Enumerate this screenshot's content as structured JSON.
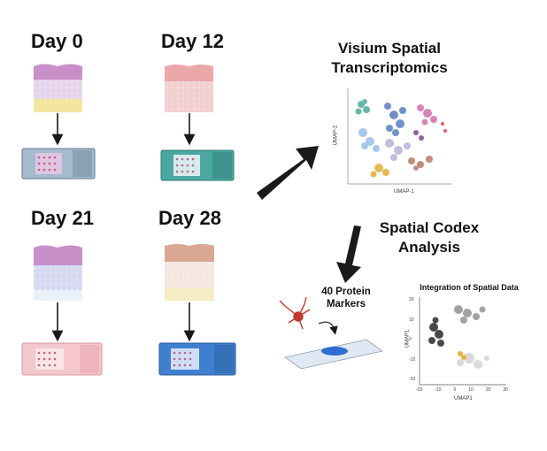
{
  "days": [
    {
      "label": "Day 0"
    },
    {
      "label": "Day 12"
    },
    {
      "label": "Day 21"
    },
    {
      "label": "Day 28"
    }
  ],
  "visium": {
    "title_line1": "Visium Spatial",
    "title_line2": "Transcriptomics",
    "xlabel": "UMAP-1",
    "ylabel": "UMAP-2"
  },
  "codex": {
    "title_line1": "Spatial Codex",
    "title_line2": "Analysis"
  },
  "protein": {
    "line1": "40 Protein",
    "line2": "Markers"
  },
  "integration": {
    "title": "Integration of Spatial Data",
    "xlabel": "UMAP1",
    "ylabel": "UMAP1",
    "xticks": [
      "-20",
      "-10",
      "0",
      "10",
      "20",
      "30"
    ],
    "yticks": [
      "20",
      "10",
      "0",
      "-10",
      "-20"
    ]
  },
  "colors": {
    "arrow": "#1a1a1a",
    "epidermis_pink": "#c98fc8",
    "adipose": "#f3e6a0",
    "slide_teal": "#4aa8a0",
    "slide_blue": "#3f7fcf",
    "slide_pink": "#f3c7cc"
  }
}
